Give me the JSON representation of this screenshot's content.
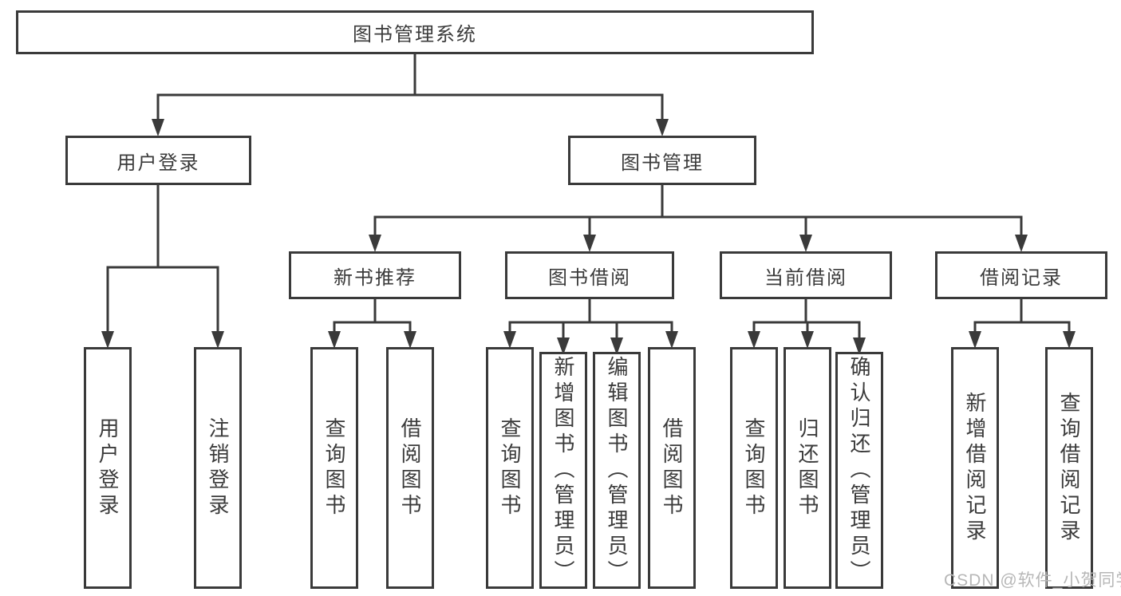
{
  "tree": {
    "label": "图书管理系统",
    "children": [
      {
        "label": "用户登录",
        "children": [
          {
            "label": "用户登录"
          },
          {
            "label": "注销登录"
          }
        ]
      },
      {
        "label": "图书管理",
        "children": [
          {
            "label": "新书推荐",
            "children": [
              {
                "label": "查询图书"
              },
              {
                "label": "借阅图书"
              }
            ]
          },
          {
            "label": "图书借阅",
            "children": [
              {
                "label": "查询图书"
              },
              {
                "label": "新增图书（管理员）"
              },
              {
                "label": "编辑图书（管理员）"
              },
              {
                "label": "借阅图书"
              }
            ]
          },
          {
            "label": "当前借阅",
            "children": [
              {
                "label": "查询图书"
              },
              {
                "label": "归还图书"
              },
              {
                "label": "确认归还（管理员）"
              }
            ]
          },
          {
            "label": "借阅记录",
            "children": [
              {
                "label": "新增借阅记录"
              },
              {
                "label": "查询借阅记录"
              }
            ]
          }
        ]
      }
    ]
  },
  "watermark": {
    "text": "CSDN @软件_小贺同学"
  },
  "colors": {
    "line": "#3a3a3a",
    "text": "#3b3b3b",
    "watermark": "#b7b7b7",
    "background": "#ffffff"
  }
}
